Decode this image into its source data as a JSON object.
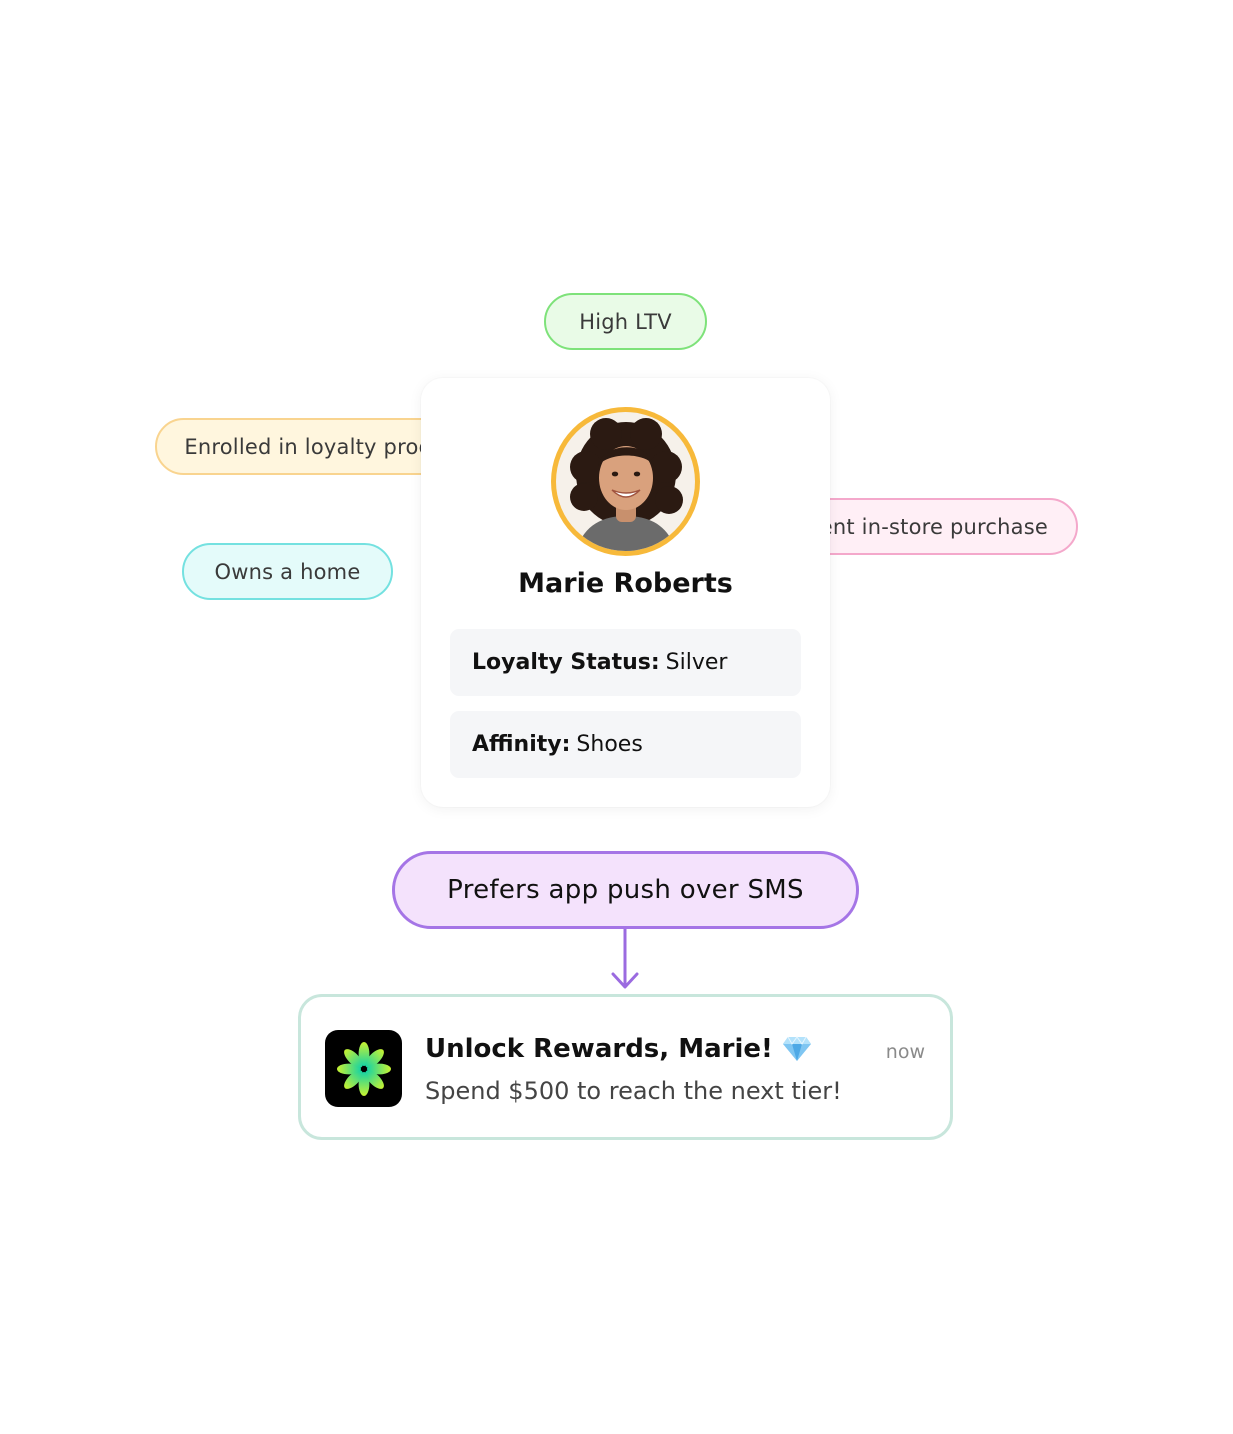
{
  "tags": {
    "high_ltv": "High LTV",
    "loyalty_program": "Enrolled in loyalty program",
    "owns_home": "Owns a home",
    "recent_purchase": "Recent in-store purchase"
  },
  "profile": {
    "avatar_icon": "person-portrait-icon",
    "name": "Marie Roberts",
    "fields": [
      {
        "label": "Loyalty Status:",
        "value": "Silver"
      },
      {
        "label": "Affinity:",
        "value": "Shoes"
      }
    ]
  },
  "preference": {
    "label": "Prefers app push over SMS"
  },
  "notification": {
    "app_icon": "asterisk-flower-icon",
    "title": "Unlock Rewards, Marie!",
    "title_emoji_icon": "gem-icon",
    "time": "now",
    "body": "Spend $500 to reach the next tier!"
  },
  "colors": {
    "ltv_fill": "#e9fbe7",
    "ltv_border": "#7ee27a",
    "loyalty_fill": "#fff6de",
    "loyalty_border": "#f9d48f",
    "home_fill": "#e4fbfa",
    "home_border": "#74e1e0",
    "purchase_fill": "#ffeff6",
    "purchase_border": "#f4a8cb",
    "preference_fill": "#f4e2fc",
    "preference_border": "#a575e6",
    "avatar_ring": "#f7b93a",
    "notification_border": "#c8e6dc"
  }
}
